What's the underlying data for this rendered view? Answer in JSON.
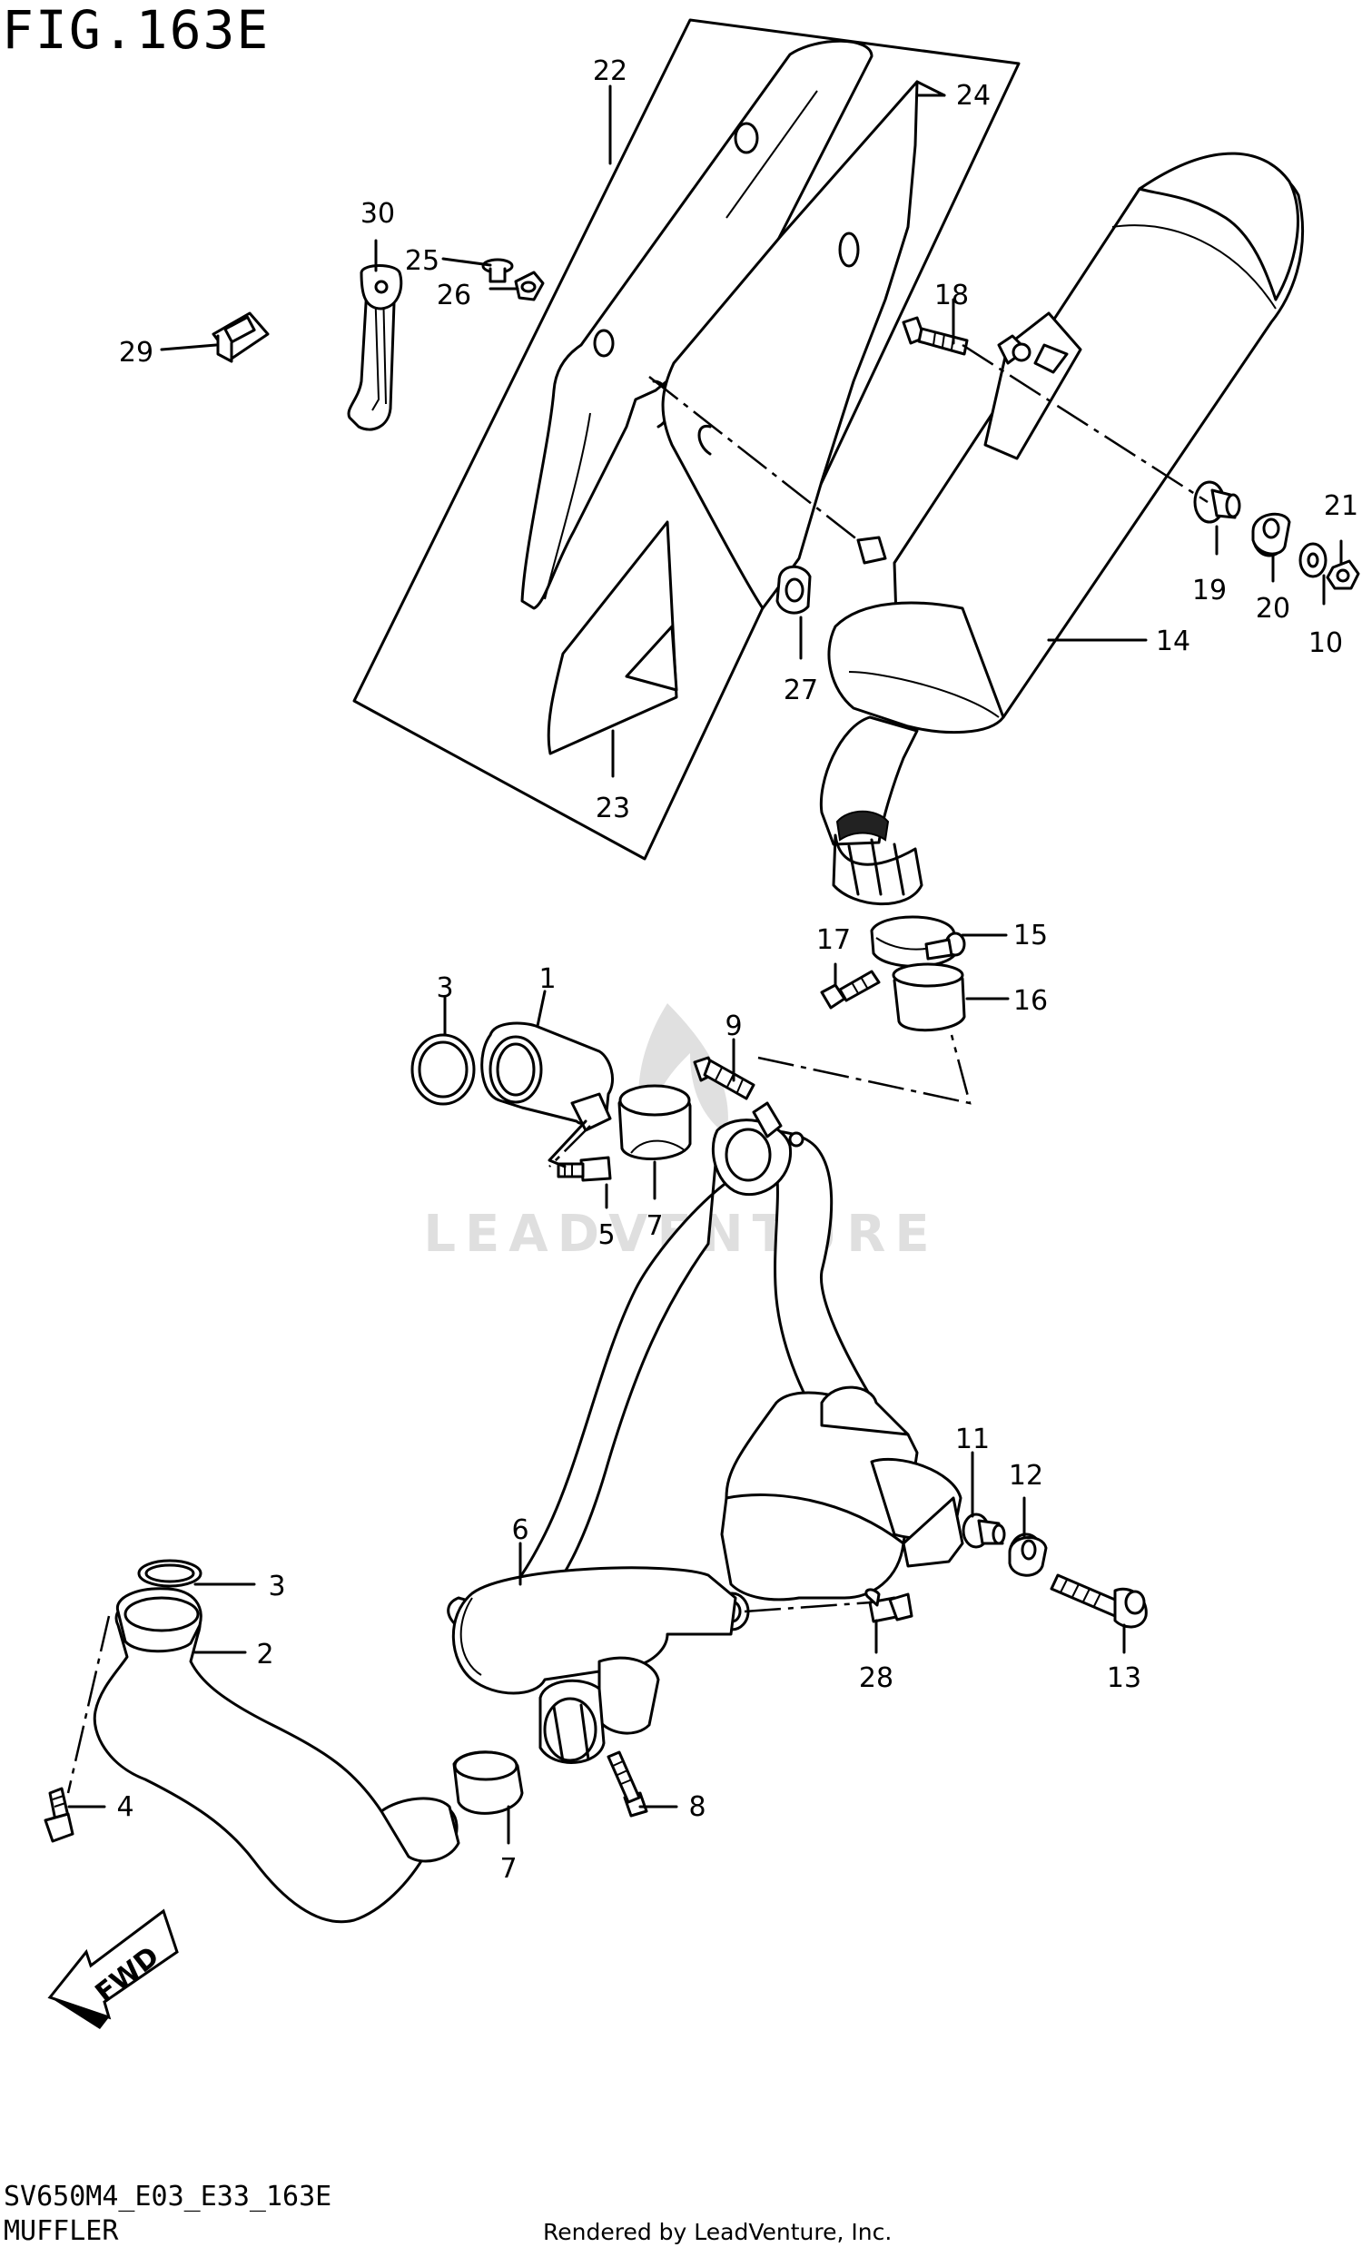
{
  "figure_title": "FIG.163E",
  "diagram_code": "SV650M4_E03_E33_163E",
  "section_name": "MUFFLER",
  "render_credit": "Rendered by LeadVenture, Inc.",
  "watermark_text": "LEADVENTURE",
  "direction_arrow_text": "FWD",
  "callouts": {
    "p1": "1",
    "p2": "2",
    "p3a": "3",
    "p3b": "3",
    "p4": "4",
    "p5": "5",
    "p6": "6",
    "p7a": "7",
    "p7b": "7",
    "p8": "8",
    "p9": "9",
    "p10": "10",
    "p11": "11",
    "p12": "12",
    "p13": "13",
    "p14": "14",
    "p15": "15",
    "p16": "16",
    "p17": "17",
    "p18": "18",
    "p19": "19",
    "p20": "20",
    "p21": "21",
    "p22": "22",
    "p23": "23",
    "p24": "24",
    "p25": "25",
    "p26": "26",
    "p27": "27",
    "p28": "28",
    "p29": "29",
    "p30": "30"
  }
}
